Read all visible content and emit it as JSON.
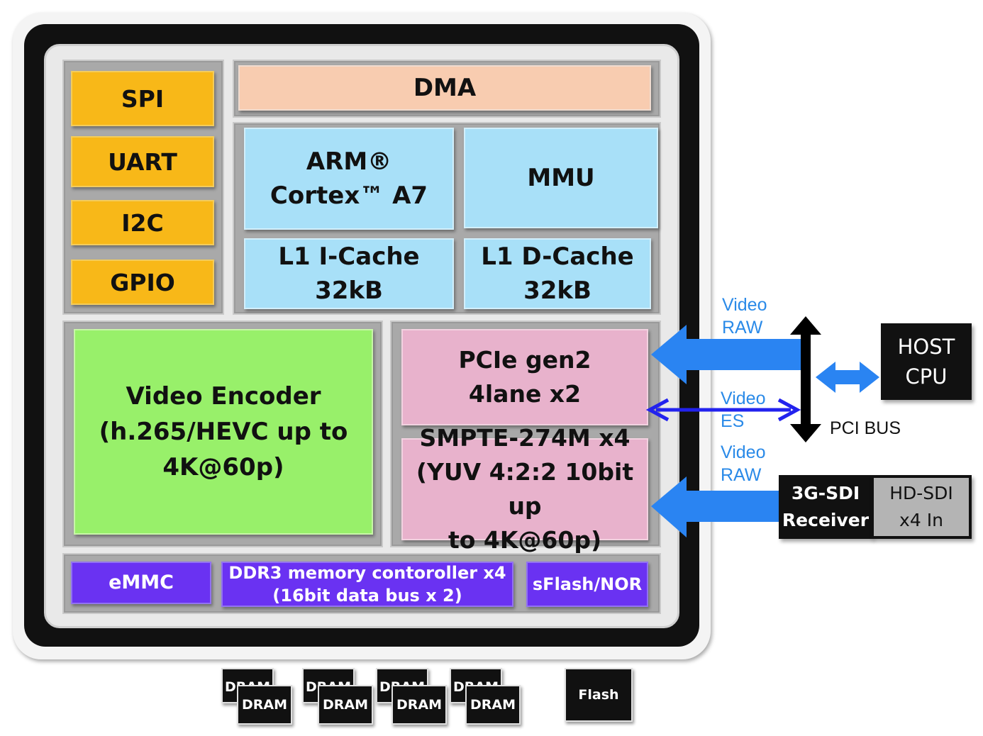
{
  "soc": {
    "peripherals": [
      "SPI",
      "UART",
      "I2C",
      "GPIO"
    ],
    "dma": "DMA",
    "cpu": "ARM®\nCortex™ A7",
    "mmu": "MMU",
    "icache": "L1  I-Cache\n32kB",
    "dcache": "L1  D-Cache\n32kB",
    "encoder": "Video Encoder\n(h.265/HEVC up to\n4K@60p)",
    "pcie": "PCIe gen2\n4lane x2",
    "smpte": "SMPTE-274M x4\n(YUV 4:2:2 10bit up\nto 4K@60p)",
    "emmc": "eMMC",
    "ddr": "DDR3 memory contoroller x4\n(16bit data bus x 2)",
    "sflash": "sFlash/NOR"
  },
  "external": {
    "video_raw_top": "Video\nRAW",
    "video_es": "Video\nES",
    "video_raw_bottom": "Video\nRAW",
    "pci_bus": "PCI BUS",
    "host_cpu": "HOST\nCPU",
    "sdi_receiver": "3G-SDI\nReceiver",
    "hdsdi": "HD-SDI\nx4 In",
    "dram": [
      "DRAM",
      "DRAM",
      "DRAM",
      "DRAM",
      "DRAM",
      "DRAM",
      "DRAM",
      "DRAM"
    ],
    "flash": "Flash"
  },
  "colors": {
    "peripheral": "#f8b818",
    "dma": "#f8ccb0",
    "cpu_blocks": "#a8e0f8",
    "encoder": "#98f06a",
    "io_blocks": "#e8b2cc",
    "memory_ctrl": "#6a32f2",
    "arrow_blue": "#2a84f2",
    "arrow_es": "#2222ee"
  }
}
